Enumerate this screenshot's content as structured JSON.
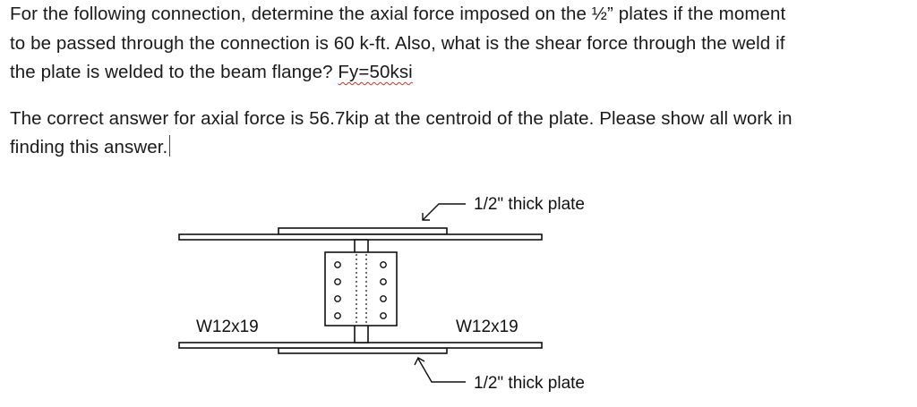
{
  "question": {
    "line1": "For the following connection, determine the axial force imposed on the ½” plates if the moment",
    "line2": "to be passed through the connection is 60 k-ft. Also, what is the shear force through the weld if",
    "line3_pre": "the plate is welded to the beam flange? ",
    "line3_fy": "Fy=50ksi",
    "line4": "The correct answer for axial force is 56.7kip at the centroid of the plate. Please show all work in",
    "line5": "finding this answer."
  },
  "figure": {
    "top_plate_label": "1/2\" thick plate",
    "bottom_plate_label": "1/2\" thick plate",
    "left_beam_label": "W12x19",
    "right_beam_label": "W12x19",
    "bolt_rows": 4,
    "bolt_columns": 2
  },
  "colors": {
    "text": "#1a1a1a",
    "line": "#111111",
    "spellcheck_underline": "#c0392b"
  }
}
